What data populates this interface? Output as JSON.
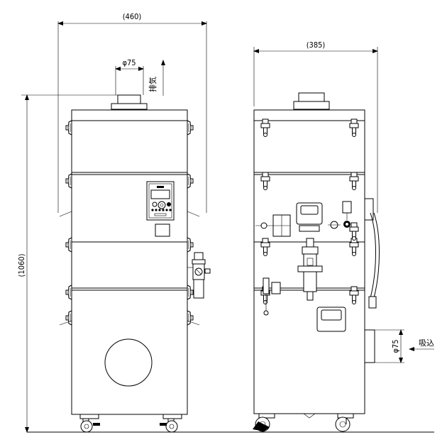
{
  "front_view": {
    "width_dim": "(460)",
    "height_dim": "(1060)",
    "outlet_dia": "φ75",
    "exhaust_label": "排気"
  },
  "side_view": {
    "depth_dim": "(385)",
    "inlet_dia": "φ75",
    "suction_label": "吸込"
  }
}
